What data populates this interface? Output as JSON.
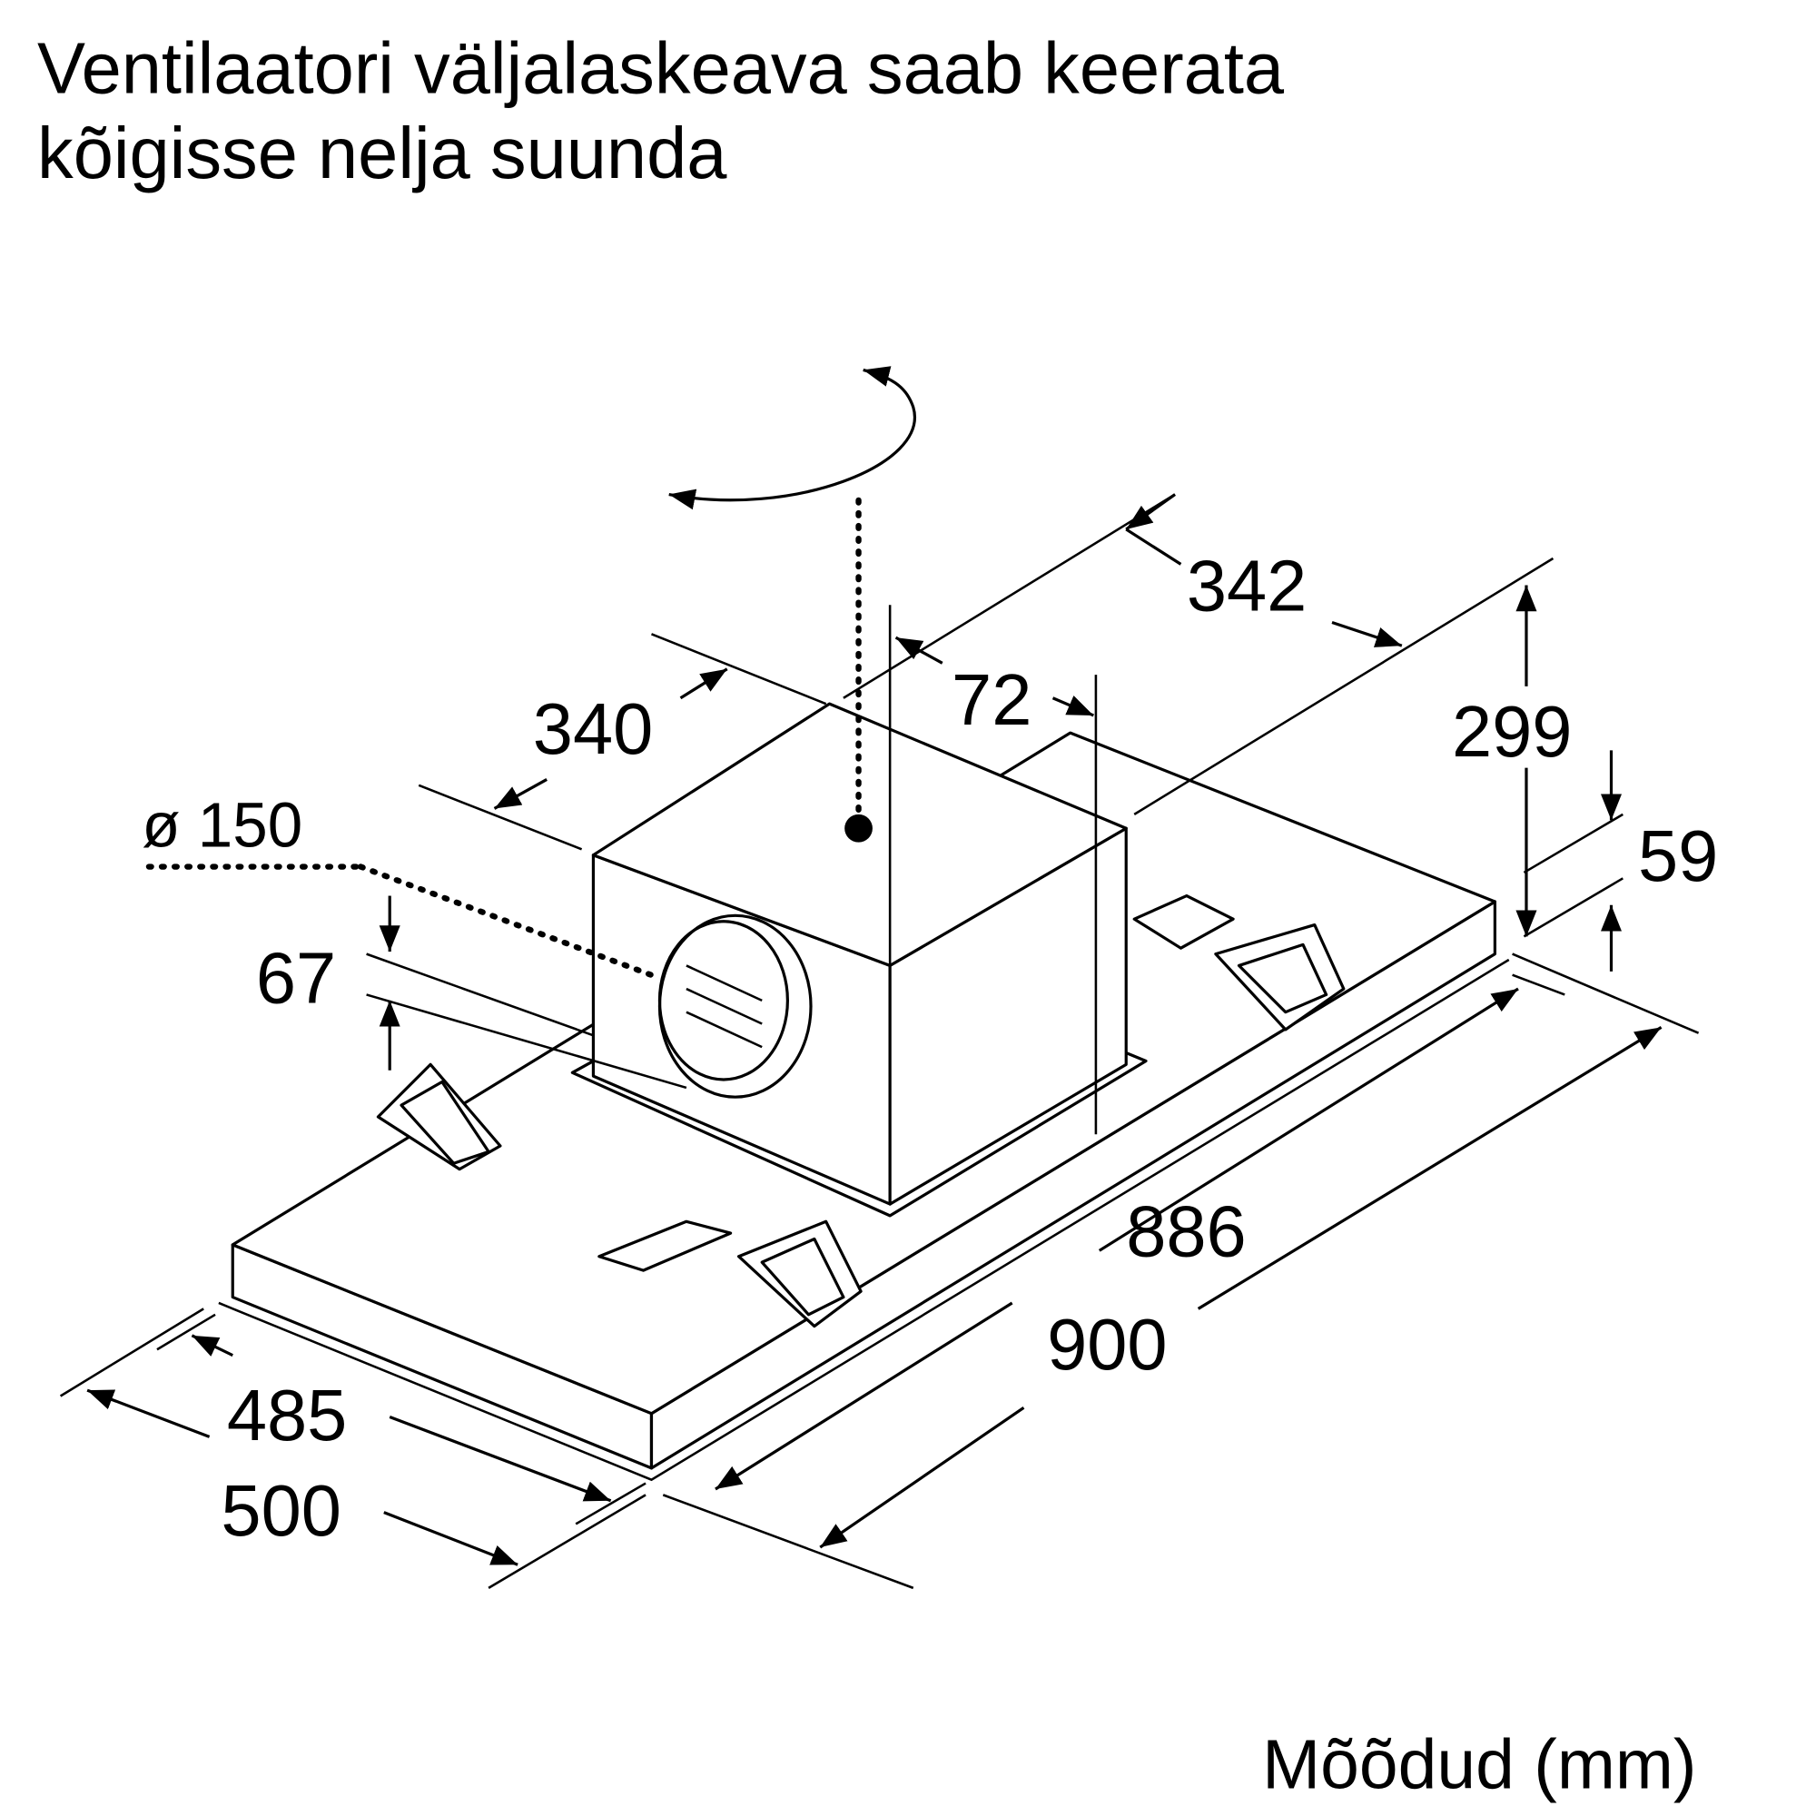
{
  "title_line1": "Ventilaatori väljalaskeava saab keerata",
  "title_line2": "kõigisse nelja suunda",
  "units_label": "Mõõdud (mm)",
  "dimensions": {
    "d342": "342",
    "d340": "340",
    "d72": "72",
    "d299": "299",
    "d59": "59",
    "d150": "ø 150",
    "d67": "67",
    "d886": "886",
    "d900": "900",
    "d485": "485",
    "d500": "500"
  }
}
